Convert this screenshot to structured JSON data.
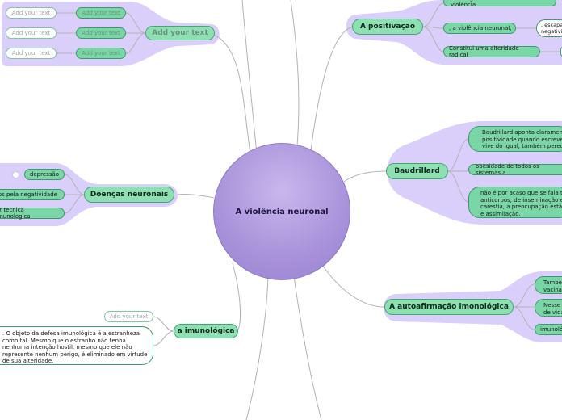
{
  "center": {
    "title": "A violência neuronal"
  },
  "add_your_text_branch": {
    "label": "Add your text",
    "rows": [
      {
        "left": "Add your text",
        "right": "Add your text"
      },
      {
        "left": "Add your text",
        "right": "Add your text"
      },
      {
        "left": "Add your text",
        "right": "Add your text"
      }
    ]
  },
  "positivacao": {
    "label": "A positivação",
    "items": [
      "faz surgir novas formas de violência.",
      ", a violência neuronal,",
      "Constitui uma alteridade radical"
    ],
    "sub": ", escapa a\nnegatividade"
  },
  "baudrillard": {
    "label": "Baudrillard",
    "items": [
      "Baudrillard aponta claramente\npositividade quando escreve s\nvive do igual, também perece",
      "obesidade de todos os sistemas a",
      "não é por acaso que se fala ta\nanticorpos, de inseminação e a\ncarestia, a preocupação está v\ne assimilação."
    ]
  },
  "autoafirmacao": {
    "label": "A autoafirmação imonológica",
    "items": [
      "Tambe\nvacina",
      "Nesse\nde vida",
      "imunoló"
    ]
  },
  "doencas": {
    "label": "Doenças neuronais",
    "items": [
      "depressão",
      "tos pela negatividade",
      "er tecnica imunologica"
    ]
  },
  "imunologica": {
    "label": "a imunológica",
    "placeholder": "Add your text",
    "box": ". O objeto da defesa imunológica é a estranheza\ncomo tal. Mesmo que o estranho não tenha\nnenhuma intenção hostil, mesmo que ele não\nrepresente nenhum perigo, é eliminado em virtude\nde sua alteridade."
  },
  "colors": {
    "center_fill": "#a892da",
    "band": "#d9cffa",
    "node_green": "#7ad6a6",
    "link_gray": "#b3b3b3"
  }
}
